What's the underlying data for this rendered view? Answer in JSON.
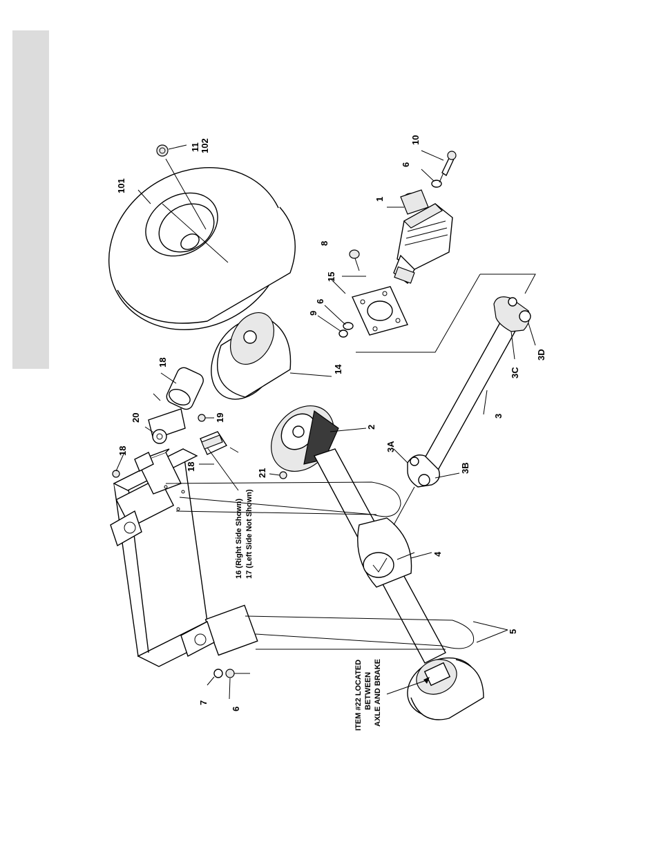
{
  "colors": {
    "side_tab": "#dcdcdc",
    "ink": "#000000",
    "paper": "#ffffff",
    "shade": "#e8e8e8"
  },
  "callouts": {
    "c101": "101",
    "c11": "11",
    "c102": "102",
    "c10": "10",
    "c6a": "6",
    "c1": "1",
    "c8": "8",
    "c15": "15",
    "c6b": "6",
    "c9": "9",
    "c14": "14",
    "c18a": "18",
    "c20": "20",
    "c19": "19",
    "c18b": "18",
    "c18c": "18",
    "c2": "2",
    "c21": "21",
    "c3a": "3A",
    "c3b": "3B",
    "c3": "3",
    "c3c": "3C",
    "c3d": "3D",
    "c4": "4",
    "c5": "5",
    "c7": "7",
    "c6c": "6"
  },
  "notes": {
    "side_16": "16 (Right Side Shown)",
    "side_17": "17 (Left Side Not Shown)",
    "item22_line1": "ITEM #22 LOCATED",
    "item22_line2": "BETWEEN",
    "item22_line3": "AXLE AND BRAKE"
  }
}
